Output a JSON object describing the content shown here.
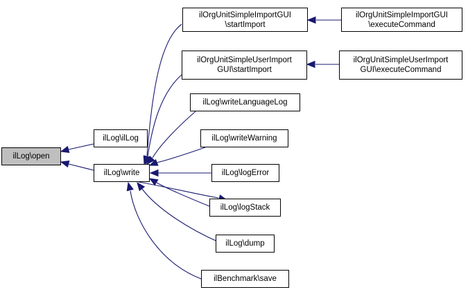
{
  "graph": {
    "edge_color": "#191970",
    "focus_fill": "#bfbfbf",
    "nodes": {
      "open": "ilLog\\open",
      "illog": "ilLog\\ilLog",
      "write": "ilLog\\write",
      "orgImport": "ilOrgUnitSimpleImportGUI\n\\startImport",
      "orgImportExec": "ilOrgUnitSimpleImportGUI\n\\executeCommand",
      "orgUserImport": "ilOrgUnitSimpleUserImport\nGUI\\startImport",
      "orgUserImportExec": "ilOrgUnitSimpleUserImport\nGUI\\executeCommand",
      "writeLanguageLog": "ilLog\\writeLanguageLog",
      "writeWarning": "ilLog\\writeWarning",
      "logError": "ilLog\\logError",
      "logStack": "ilLog\\logStack",
      "dump": "ilLog\\dump",
      "benchmarkSave": "ilBenchmark\\save"
    },
    "edges": [
      [
        "illog",
        "open"
      ],
      [
        "write",
        "open"
      ],
      [
        "orgImport",
        "write"
      ],
      [
        "orgUserImport",
        "write"
      ],
      [
        "writeLanguageLog",
        "write"
      ],
      [
        "writeWarning",
        "write"
      ],
      [
        "logError",
        "write"
      ],
      [
        "logStack",
        "write"
      ],
      [
        "write",
        "logStack"
      ],
      [
        "dump",
        "write"
      ],
      [
        "benchmarkSave",
        "write"
      ],
      [
        "orgImportExec",
        "orgImport"
      ],
      [
        "orgUserImportExec",
        "orgUserImport"
      ]
    ]
  }
}
